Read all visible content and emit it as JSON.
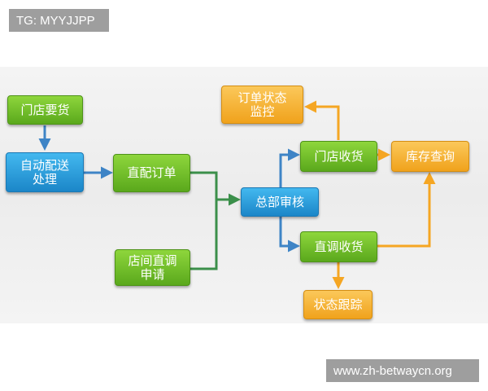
{
  "watermark_top": "TG: MYYJJPP",
  "watermark_bottom": "www.zh-betwaycn.org",
  "nodes": {
    "store_request": "门店要货",
    "auto_delivery": "自动配送\n处理",
    "direct_order": "直配订单",
    "store_transfer": "店间直调\n申请",
    "hq_review": "总部审核",
    "order_status": "订单状态\n监控",
    "store_receive": "门店收货",
    "inventory_query": "库存查询",
    "transfer_receive": "直调收货",
    "status_trace": "状态跟踪"
  },
  "colors": {
    "green": "#6cbf26",
    "blue": "#2a9ad9",
    "orange": "#f5b233",
    "line_blue": "#3e84c6",
    "line_green": "#3b8f4a",
    "line_orange": "#f5a623"
  }
}
